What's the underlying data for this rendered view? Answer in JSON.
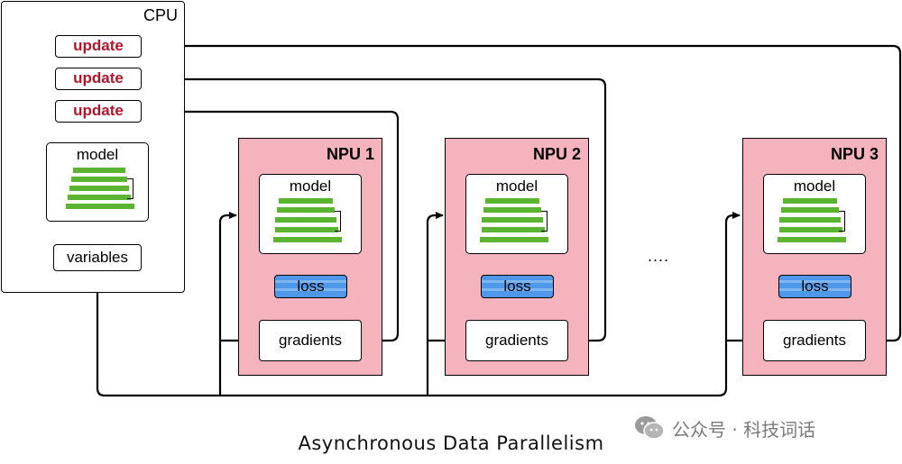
{
  "cpu": {
    "label": "CPU",
    "updates": [
      "update",
      "update",
      "update"
    ],
    "model_label": "model",
    "variables_label": "variables"
  },
  "npus": [
    {
      "label": "NPU 1",
      "model_label": "model",
      "loss_label": "loss",
      "gradients_label": "gradients"
    },
    {
      "label": "NPU 2",
      "model_label": "model",
      "loss_label": "loss",
      "gradients_label": "gradients"
    },
    {
      "label": "NPU 3",
      "model_label": "model",
      "loss_label": "loss",
      "gradients_label": "gradients"
    }
  ],
  "ellipsis": "....",
  "caption": "Asynchronous Data Parallelism",
  "watermark": {
    "icon": "wechat-icon",
    "text": "公众号 · 科技词话"
  },
  "colors": {
    "update_text": "#b3162b",
    "update_arrows": "#b3162b",
    "layer_green": "#5cb531",
    "npu_fill": "#f5b3bd",
    "loss_blue": "#4f97e8"
  }
}
